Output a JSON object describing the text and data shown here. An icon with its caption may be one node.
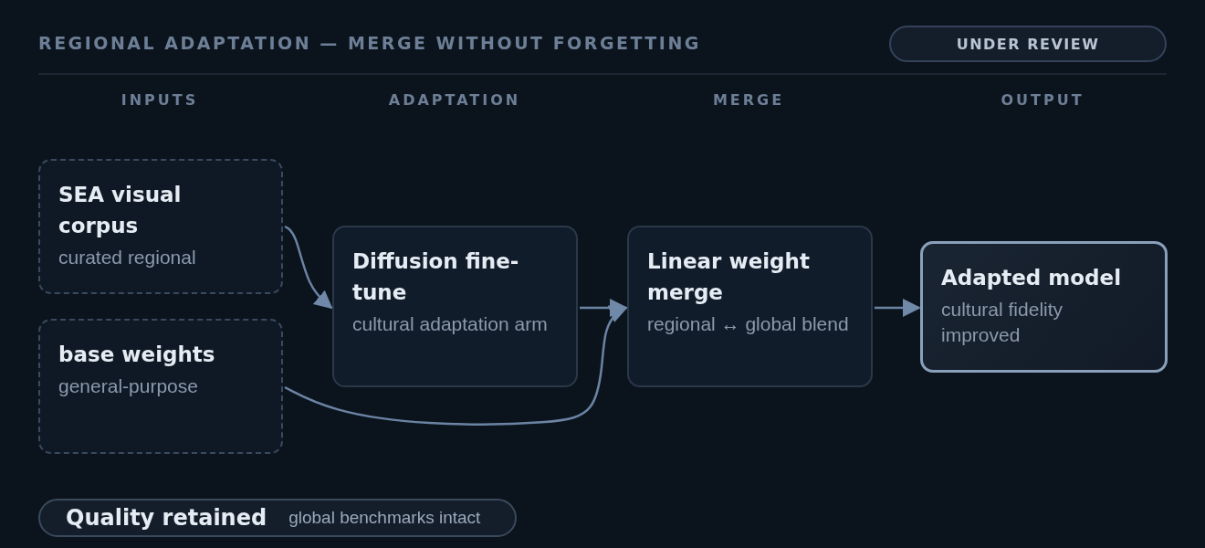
{
  "diagram": {
    "title": "REGIONAL ADAPTATION — MERGE WITHOUT FORGETTING",
    "nodes": [
      {
        "text": [
          "UNDER REVIEW"
        ]
      },
      {
        "text": [
          "SEA visual corpus",
          "curated regional"
        ]
      },
      {
        "text": [
          "base weights",
          "general-purpose"
        ]
      },
      {
        "text": [
          "Diffusion fine-tune",
          "cultural adaptation arm"
        ]
      },
      {
        "text": [
          "Linear weight merge",
          "regional ↔ global blend"
        ]
      },
      {
        "text": [
          "Adapted model",
          "cultural fidelity improved"
        ]
      },
      {
        "text": [
          "Quality retained",
          "global benchmarks intact"
        ]
      }
    ],
    "edges": [
      {
        "from": 1,
        "to": 3,
        "arrow": "to"
      },
      {
        "from": 2,
        "to": 4,
        "arrow": "to"
      },
      {
        "from": 3,
        "to": 4,
        "arrow": "to"
      },
      {
        "from": 4,
        "to": 5,
        "arrow": "to"
      }
    ],
    "labels": [
      "INPUTS",
      "ADAPTATION",
      "MERGE",
      "OUTPUT"
    ]
  }
}
